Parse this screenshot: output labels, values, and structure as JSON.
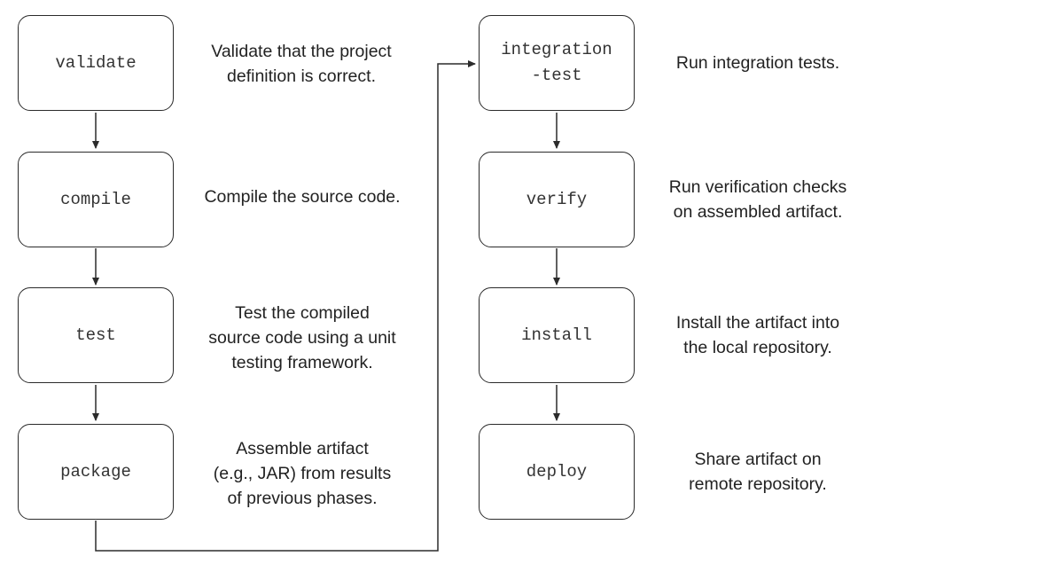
{
  "left_column": [
    {
      "name": "validate",
      "description": "Validate that the project\ndefinition is correct."
    },
    {
      "name": "compile",
      "description": "Compile the source code."
    },
    {
      "name": "test",
      "description": "Test the compiled\nsource code using a unit\ntesting framework."
    },
    {
      "name": "package",
      "description": "Assemble artifact\n(e.g., JAR) from results\nof previous phases."
    }
  ],
  "right_column": [
    {
      "name": "integration\n-test",
      "description": "Run integration tests."
    },
    {
      "name": "verify",
      "description": "Run verification checks\non assembled artifact."
    },
    {
      "name": "install",
      "description": "Install the artifact into\nthe local repository."
    },
    {
      "name": "deploy",
      "description": "Share artifact on\nremote repository."
    }
  ],
  "colors": {
    "box_border": "#2b2b2b",
    "line": "#2b2b2b",
    "text": "#222222"
  }
}
